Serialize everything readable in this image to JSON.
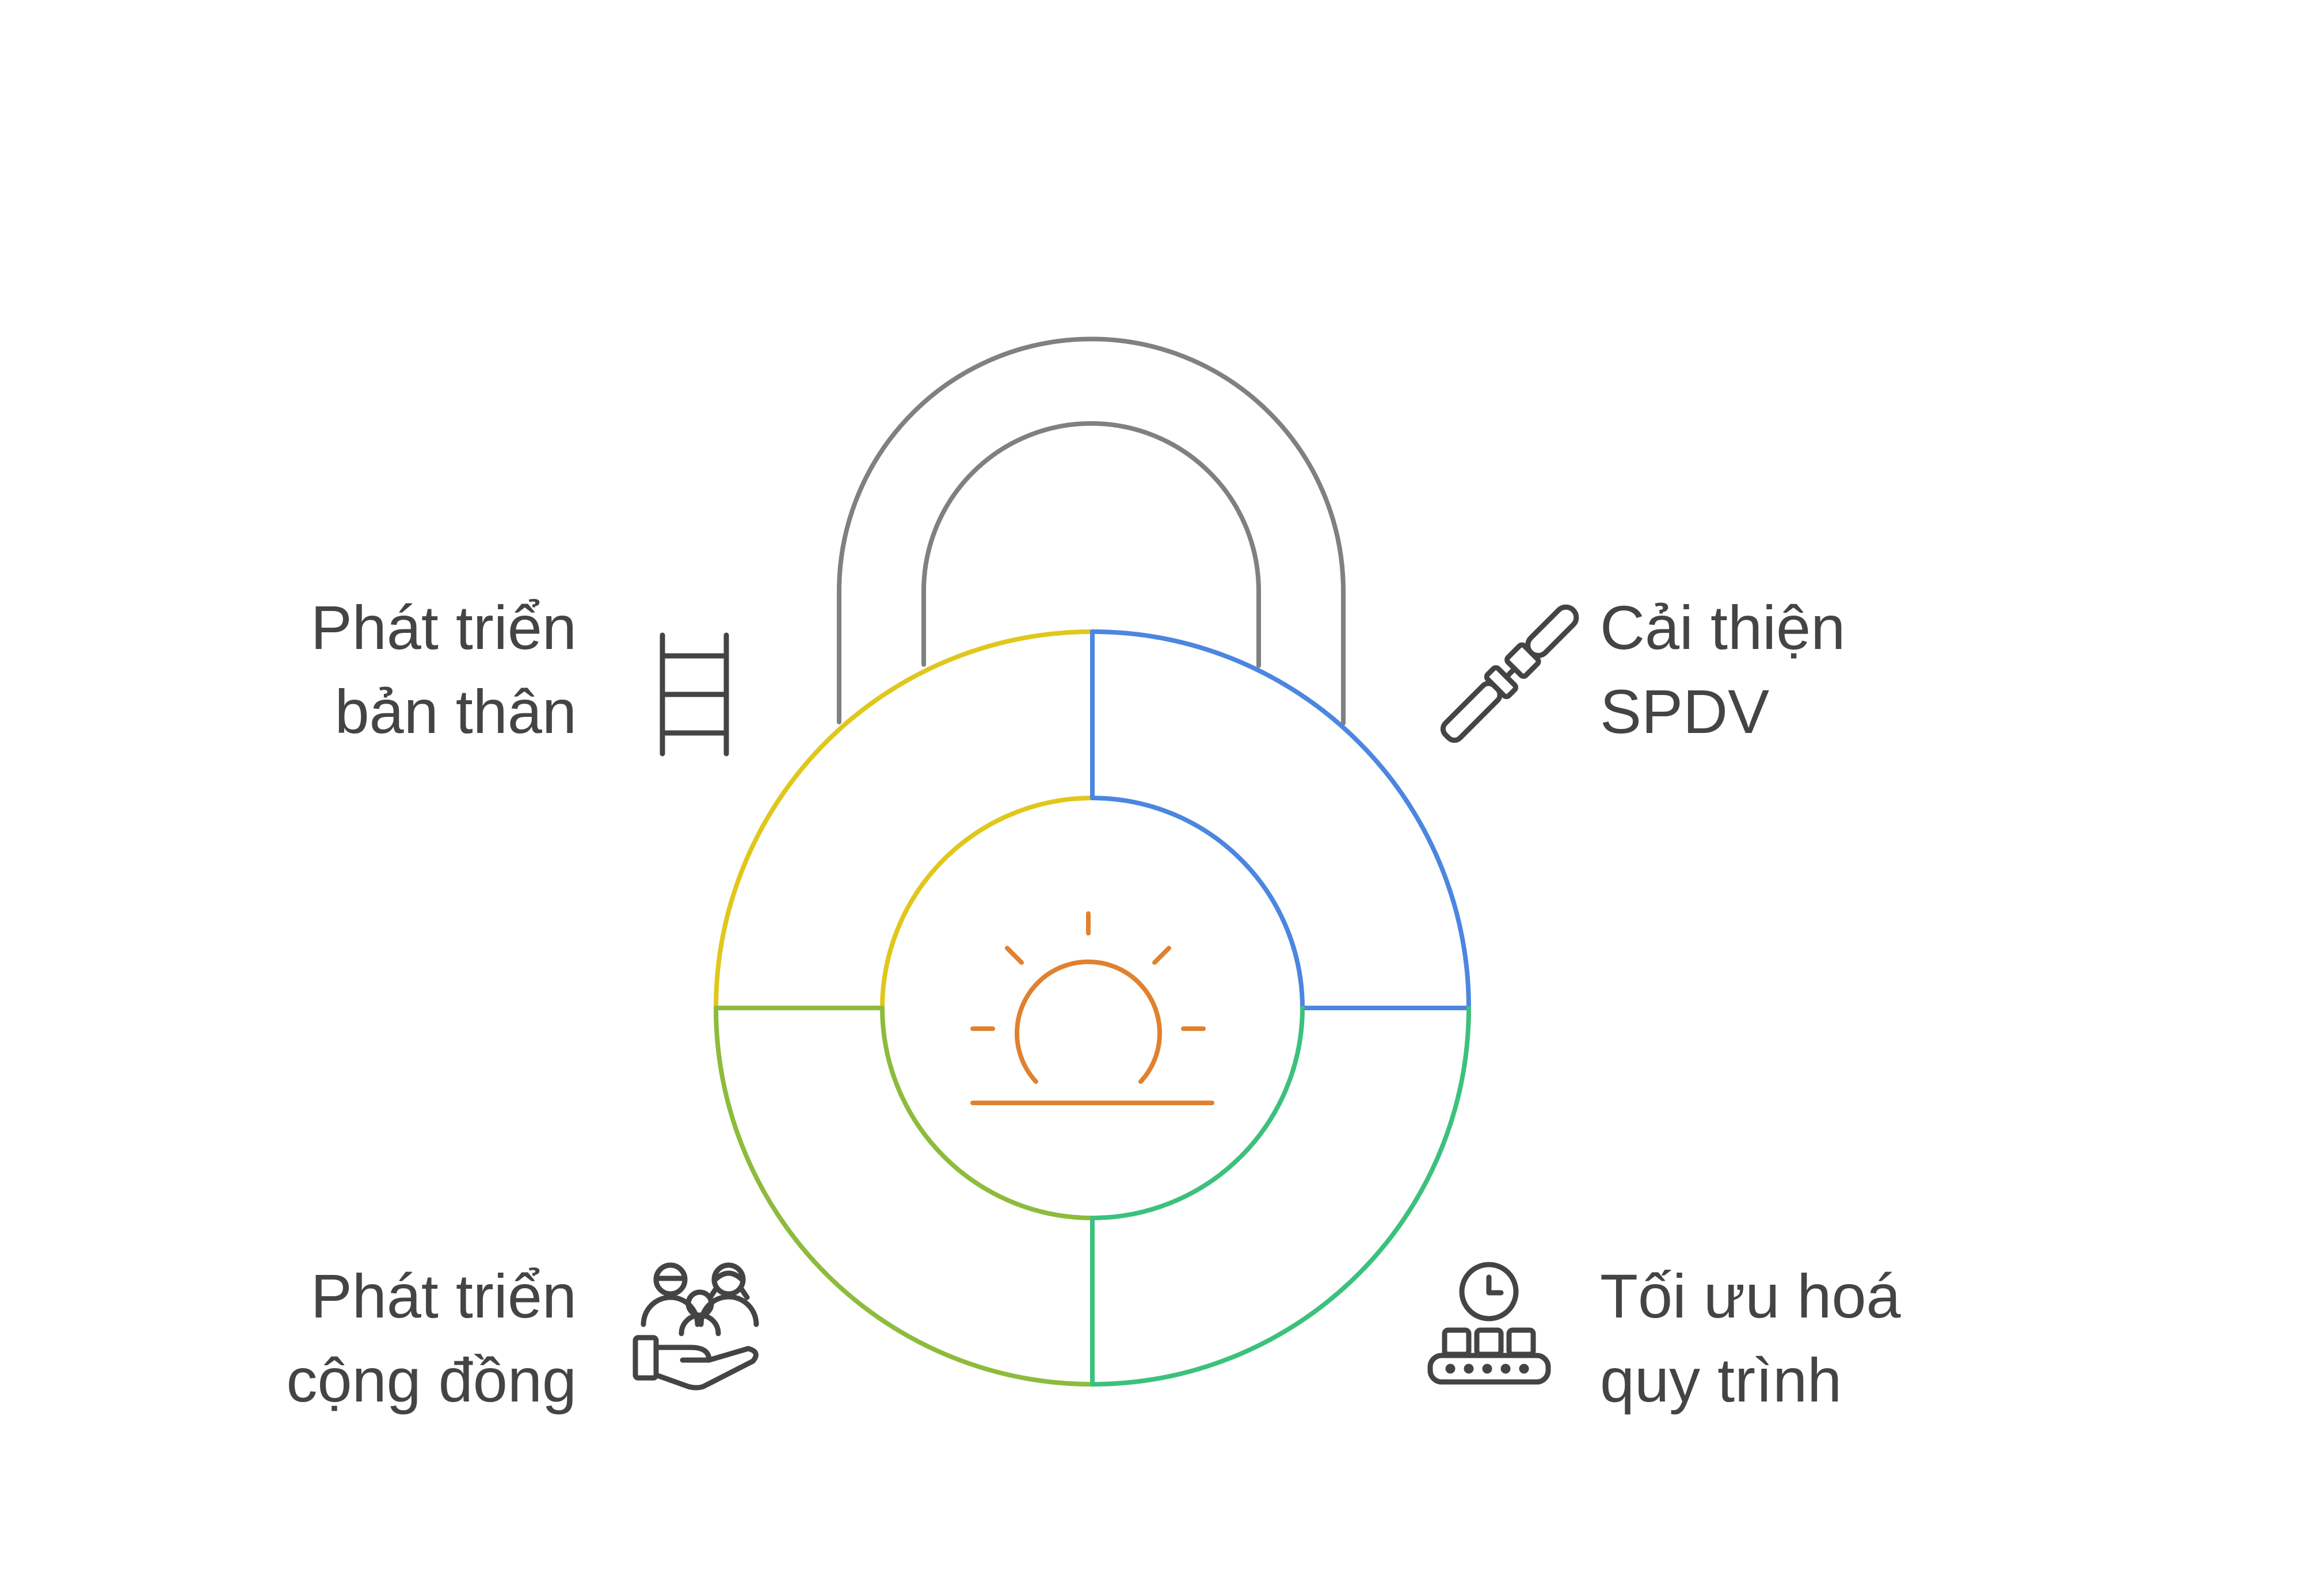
{
  "quadrants": {
    "top_left": {
      "line1": "Phát triển",
      "line2": "bản thân",
      "icon": "ladder-icon",
      "color": "#E0C71C"
    },
    "top_right": {
      "line1": "Cải thiện",
      "line2": "SPDV",
      "icon": "screwdriver-icon",
      "color": "#4B86E0"
    },
    "bottom_left": {
      "line1": "Phát triển",
      "line2": "cộng đồng",
      "icon": "community-hand-icon",
      "color": "#8DBB3C"
    },
    "bottom_right": {
      "line1": "Tối ưu hoá",
      "line2": "quy trình",
      "icon": "conveyor-clock-icon",
      "color": "#3CC17C"
    }
  },
  "center": {
    "icon": "sunrise-icon",
    "color": "#E0812F"
  },
  "shackle": {
    "color": "#808080"
  },
  "text_color": "#444444"
}
